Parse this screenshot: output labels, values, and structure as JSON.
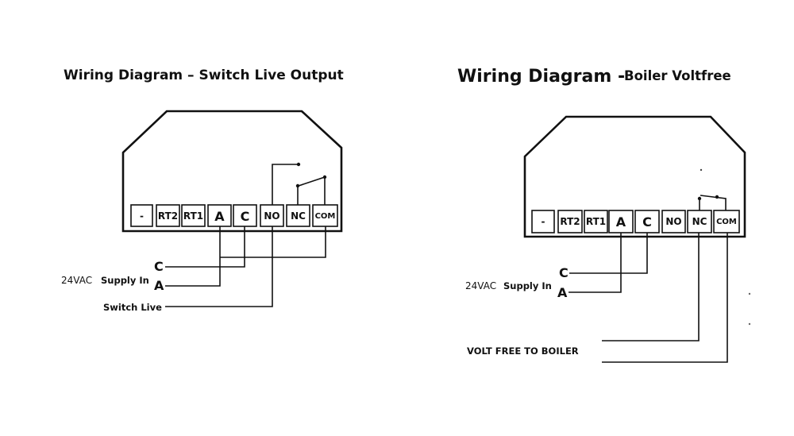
{
  "left_diagram": {
    "title": "Wiring Diagram – Switch Live Output",
    "terminals": [
      "-",
      "RT2",
      "RT1",
      "A",
      "C",
      "NO",
      "NC",
      "COM"
    ],
    "labels": {
      "c": "C",
      "a": "A",
      "voltage": "24VAC",
      "supply": "Supply In",
      "switch_live": "Switch Live"
    }
  },
  "right_diagram": {
    "title_main": "Wiring Diagram -",
    "title_sub": "Boiler Voltfree",
    "terminals": [
      "-",
      "RT2",
      "RT1",
      "A",
      "C",
      "NO",
      "NC",
      "COM"
    ],
    "labels": {
      "c": "C",
      "a": "A",
      "voltage": "24VAC",
      "supply": "Supply In",
      "volt_free": "VOLT FREE TO BOILER"
    }
  }
}
